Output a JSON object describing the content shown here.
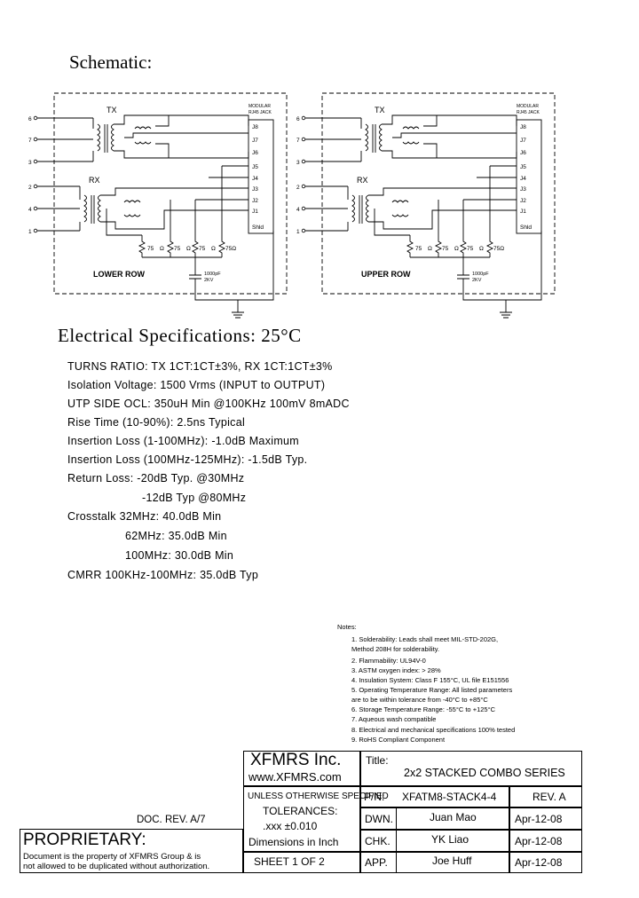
{
  "schematic": {
    "title": "Schematic:",
    "lower": {
      "row_label": "LOWER ROW",
      "tx": "TX",
      "rx": "RX",
      "jack_label_1": "MODULAR",
      "jack_label_2": "RJ45 JACK",
      "pins_left": [
        "6",
        "7",
        "3",
        "2",
        "4",
        "1"
      ],
      "pins_jack": [
        "J8",
        "J7",
        "J6",
        "J5",
        "J4",
        "J3",
        "J2",
        "J1",
        "Shld"
      ],
      "resistors": [
        "75",
        "Ω",
        "75",
        "Ω",
        "75",
        "Ω",
        "75Ω"
      ],
      "cap_1": "1000pF",
      "cap_2": "2KV"
    },
    "upper": {
      "row_label": "UPPER ROW",
      "tx": "TX",
      "rx": "RX",
      "jack_label_1": "MODULAR",
      "jack_label_2": "RJ45 JACK",
      "pins_left": [
        "6",
        "7",
        "3",
        "2",
        "4",
        "1"
      ],
      "pins_jack": [
        "J8",
        "J7",
        "J6",
        "J5",
        "J4",
        "J3",
        "J2",
        "J1",
        "Shld"
      ],
      "resistors": [
        "75",
        "Ω",
        "75",
        "Ω",
        "75",
        "Ω",
        "75Ω"
      ],
      "cap_1": "1000pF",
      "cap_2": "2KV"
    }
  },
  "electrical": {
    "title": "Electrical  Specifications:  25°C",
    "lines": [
      "TURNS RATIO: TX 1CT:1CT±3%, RX 1CT:1CT±3%",
      "Isolation Voltage:  1500 Vrms (INPUT to OUTPUT)",
      "UTP SIDE OCL: 350uH Min @100KHz 100mV 8mADC",
      "Rise Time (10-90%): 2.5ns Typical",
      "Insertion Loss (1-100MHz): -1.0dB Maximum",
      "Insertion Loss (100MHz-125MHz): -1.5dB Typ.",
      "Return Loss: -20dB Typ. @30MHz",
      "-12dB Typ @80MHz",
      "Crosstalk 32MHz: 40.0dB Min",
      "62MHz: 35.0dB Min",
      "100MHz: 30.0dB Min",
      "CMRR 100KHz-100MHz: 35.0dB Typ"
    ]
  },
  "notes": {
    "heading": "Notes:",
    "items": [
      "1.  Solderability: Leads shall meet MIL-STD-202G,",
      "     Method 208H for solderability.",
      "2.  Flammability: UL94V-0",
      "3.  ASTM oxygen index: > 28%",
      "4.  Insulation System: Class F 155°C, UL file E151556",
      "5.  Operating Temperature Range: All listed parameters",
      "     are to be within tolerance from -40°C to +85°C",
      "6.  Storage Temperature Range: -55°C to +125°C",
      "7.  Aqueous wash compatible",
      "8.  Electrical and mechanical specifications 100% tested",
      "9.  RoHS Compliant Component"
    ]
  },
  "title_block": {
    "company": "XFMRS Inc.",
    "website": "www.XFMRS.com",
    "title_label": "Title:",
    "title_value": "2x2 STACKED COMBO SERIES",
    "unless": "UNLESS OTHERWISE SPECIFIED",
    "tolerances": "TOLERANCES:",
    "tol_value": ".xxx ±0.010",
    "dimensions": "Dimensions in Inch",
    "pn_label": "P/N:",
    "pn_value": "XFATM8-STACK4-4",
    "rev": "REV. A",
    "dwn_label": "DWN.",
    "dwn_name": "Juan Mao",
    "dwn_date": "Apr-12-08",
    "chk_label": "CHK.",
    "chk_name": "YK Liao",
    "chk_date": "Apr-12-08",
    "app_label": "APP.",
    "app_name": "Joe Huff",
    "app_date": "Apr-12-08",
    "sheet": "SHEET  1  OF  2",
    "doc_rev": "DOC. REV. A/7",
    "proprietary": "PROPRIETARY:",
    "prop_line1": "Document is the property of XFMRS Group & is",
    "prop_line2": "not allowed to be duplicated without authorization."
  }
}
